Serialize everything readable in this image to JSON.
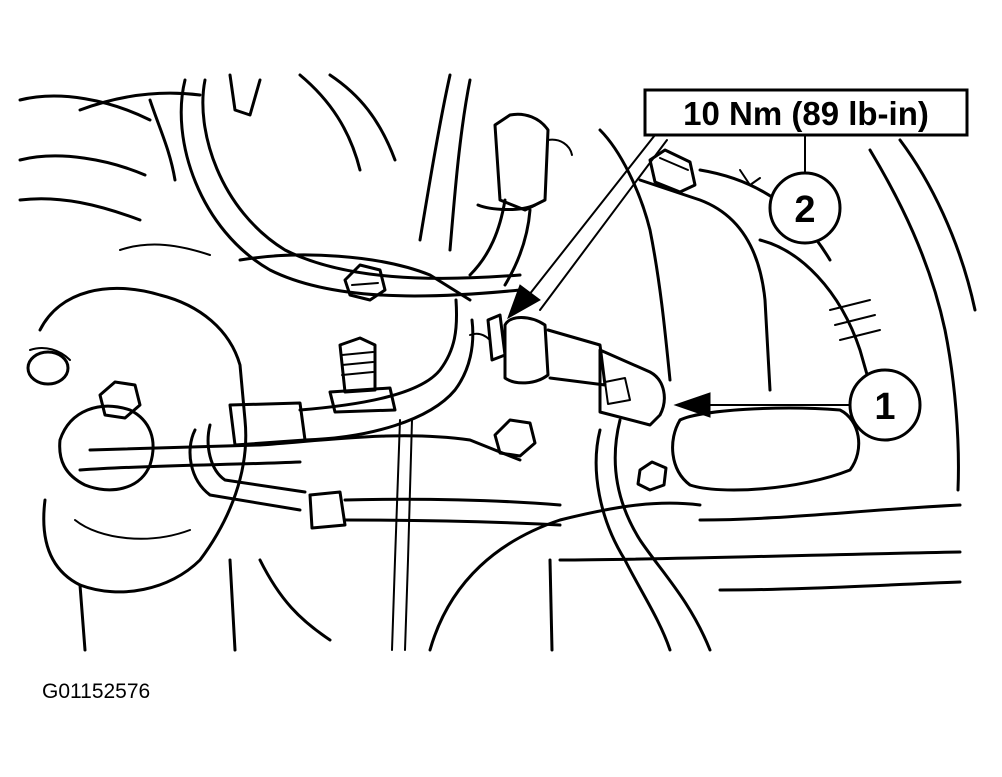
{
  "torque_callout": "10 Nm (89 lb-in)",
  "callouts": [
    {
      "number": "1"
    },
    {
      "number": "2"
    }
  ],
  "figure_id": "G01152576"
}
